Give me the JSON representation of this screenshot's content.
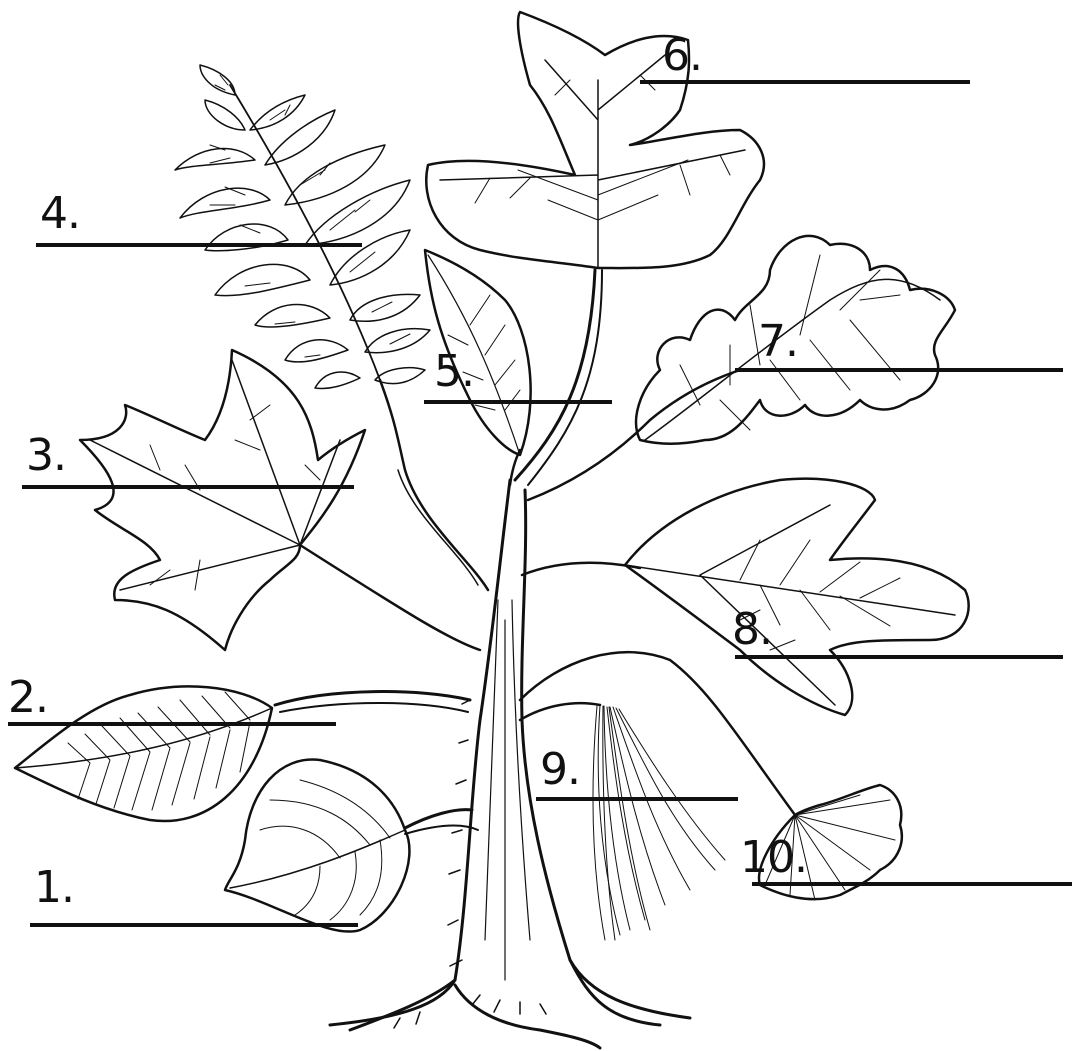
{
  "colors": {
    "ink": "#111111",
    "paper": "#ffffff"
  },
  "labels": [
    {
      "id": "1",
      "text": "1."
    },
    {
      "id": "2",
      "text": "2."
    },
    {
      "id": "3",
      "text": "3."
    },
    {
      "id": "4",
      "text": "4."
    },
    {
      "id": "5",
      "text": "5."
    },
    {
      "id": "6",
      "text": "6."
    },
    {
      "id": "7",
      "text": "7."
    },
    {
      "id": "8",
      "text": "8."
    },
    {
      "id": "9",
      "text": "9."
    },
    {
      "id": "10",
      "text": "10."
    }
  ]
}
